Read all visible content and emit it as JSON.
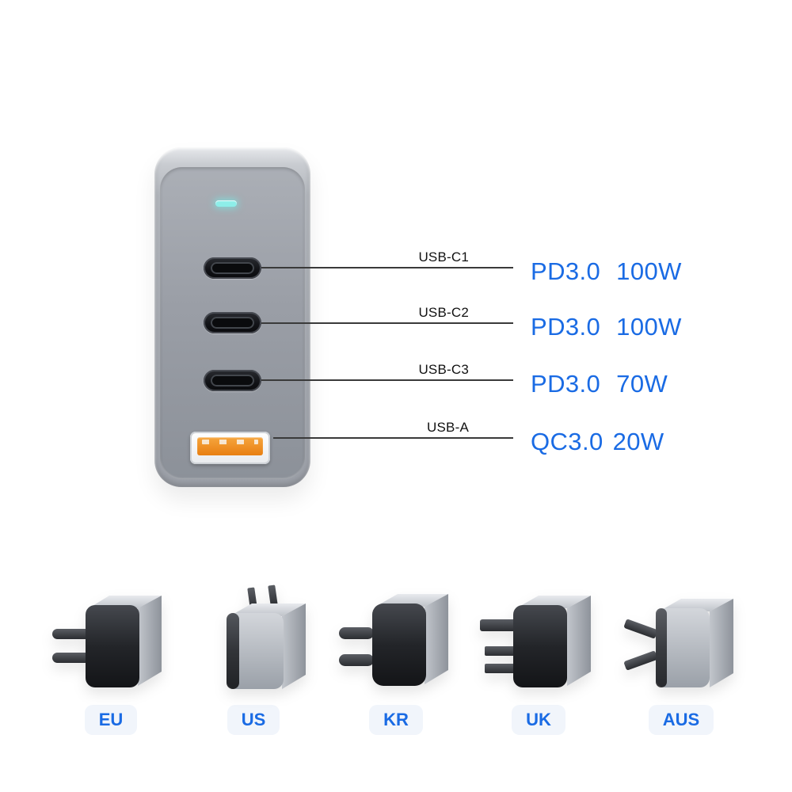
{
  "charger": {
    "ports": [
      {
        "label": "USB-C1",
        "protocol": "PD3.0",
        "watts": "100W"
      },
      {
        "label": "USB-C2",
        "protocol": "PD3.0",
        "watts": "100W"
      },
      {
        "label": "USB-C3",
        "protocol": "PD3.0",
        "watts": "70W"
      },
      {
        "label": "USB-A",
        "protocol": "QC3.0",
        "watts": "20W"
      }
    ]
  },
  "plugs": [
    {
      "label": "EU"
    },
    {
      "label": "US"
    },
    {
      "label": "KR"
    },
    {
      "label": "UK"
    },
    {
      "label": "AUS"
    }
  ],
  "colors": {
    "accent": "#1a6be4",
    "led": "#8deee9",
    "usb_a_tongue": "#ee8a1f"
  }
}
